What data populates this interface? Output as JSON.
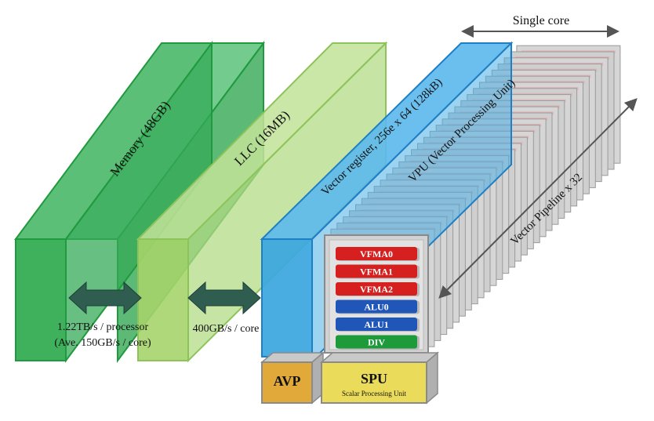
{
  "labels": {
    "single_core": "Single core",
    "memory": "Memory (48GB)",
    "llc": "LLC (16MB)",
    "vector_register": "Vector register, 256e x 64 (128kB)",
    "vpu": "VPU (Vector Processing Unit)",
    "vector_pipeline": "Vector Pipeline x 32",
    "bw_memory_line1": "1.22TB/s / processor",
    "bw_memory_line2": "(Ave. 150GB/s / core)",
    "bw_llc": "400GB/s / core",
    "avp": "AVP",
    "spu": "SPU",
    "spu_sub": "Scalar Processing Unit"
  },
  "pipeline_units": [
    {
      "label": "VFMA0",
      "color": "#d62020"
    },
    {
      "label": "VFMA1",
      "color": "#d62020"
    },
    {
      "label": "VFMA2",
      "color": "#d62020"
    },
    {
      "label": "ALU0",
      "color": "#1f56b8"
    },
    {
      "label": "ALU1",
      "color": "#1f56b8"
    },
    {
      "label": "DIV",
      "color": "#1d9a3a"
    }
  ],
  "colors": {
    "memory": "#2aa84a",
    "llc": "#a5d46a",
    "vector_register": "#3aa6e0",
    "avp": "#e0a93a",
    "spu": "#eadc5a",
    "arrow": "#2f5d50"
  }
}
